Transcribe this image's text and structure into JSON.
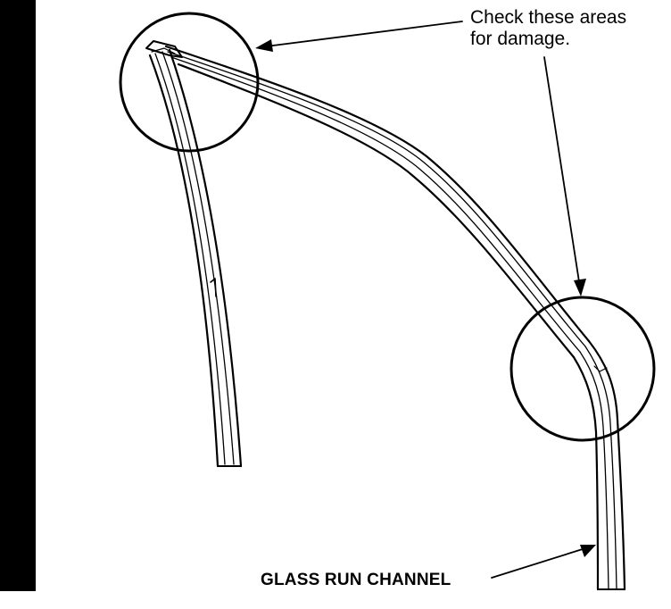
{
  "callouts": {
    "check_line1": "Check these areas",
    "check_line2": "for damage.",
    "part_label": "GLASS RUN CHANNEL"
  },
  "colors": {
    "line": "#000000",
    "background": "#ffffff",
    "side_bar": "#000000"
  }
}
